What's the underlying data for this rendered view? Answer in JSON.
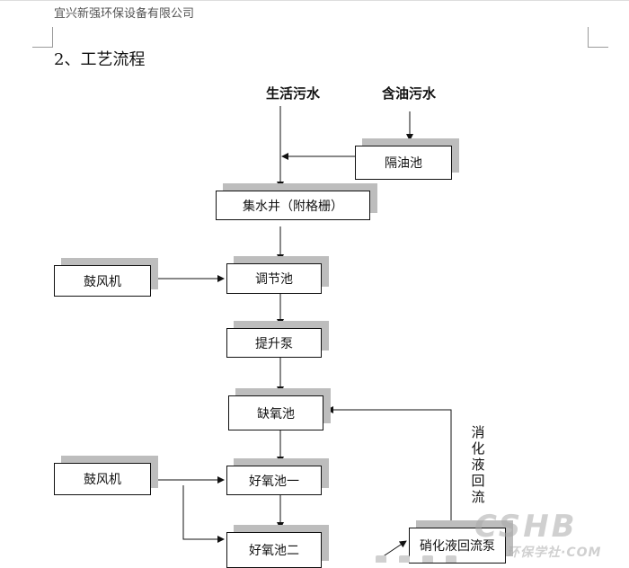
{
  "header": {
    "company": "宜兴新强环保设备有限公司"
  },
  "section": {
    "title": "2、工艺流程"
  },
  "sources": {
    "domestic": "生活污水",
    "oily": "含油污水"
  },
  "nodes": {
    "oil_separator": "隔油池",
    "collection_well": "集水井（附格栅）",
    "blower_1": "鼓风机",
    "regulating_tank": "调节池",
    "lift_pump": "提升泵",
    "anoxic_tank": "缺氧池",
    "blower_2": "鼓风机",
    "aerobic_tank_1": "好氧池一",
    "aerobic_tank_2": "好氧池二",
    "nitrate_pump": "硝化液回流泵"
  },
  "labels": {
    "nitrate_return": "消化液回流"
  },
  "watermark": {
    "big": "CSHB",
    "small": "环保学社·COM"
  }
}
